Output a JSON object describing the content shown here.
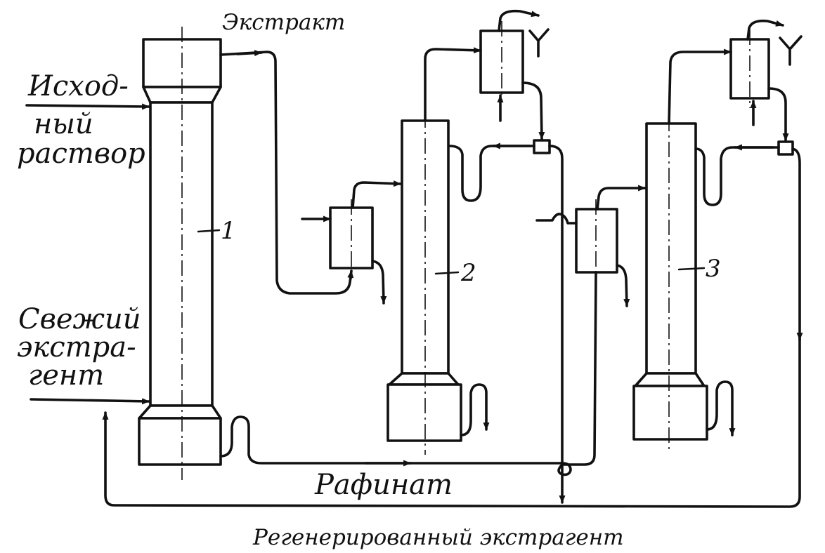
{
  "labels": {
    "extract": "Экстракт",
    "feed_line1": "Исход-",
    "feed_line2": "ный",
    "feed_line3": "раствор",
    "solvent_line1": "Свежий",
    "solvent_line2": "экстра-",
    "solvent_line3": "гент",
    "raffinate": "Рафинат",
    "regenerated": "Регенерированный экстрагент"
  },
  "columns": [
    {
      "number": "1"
    },
    {
      "number": "2"
    },
    {
      "number": "3"
    }
  ]
}
